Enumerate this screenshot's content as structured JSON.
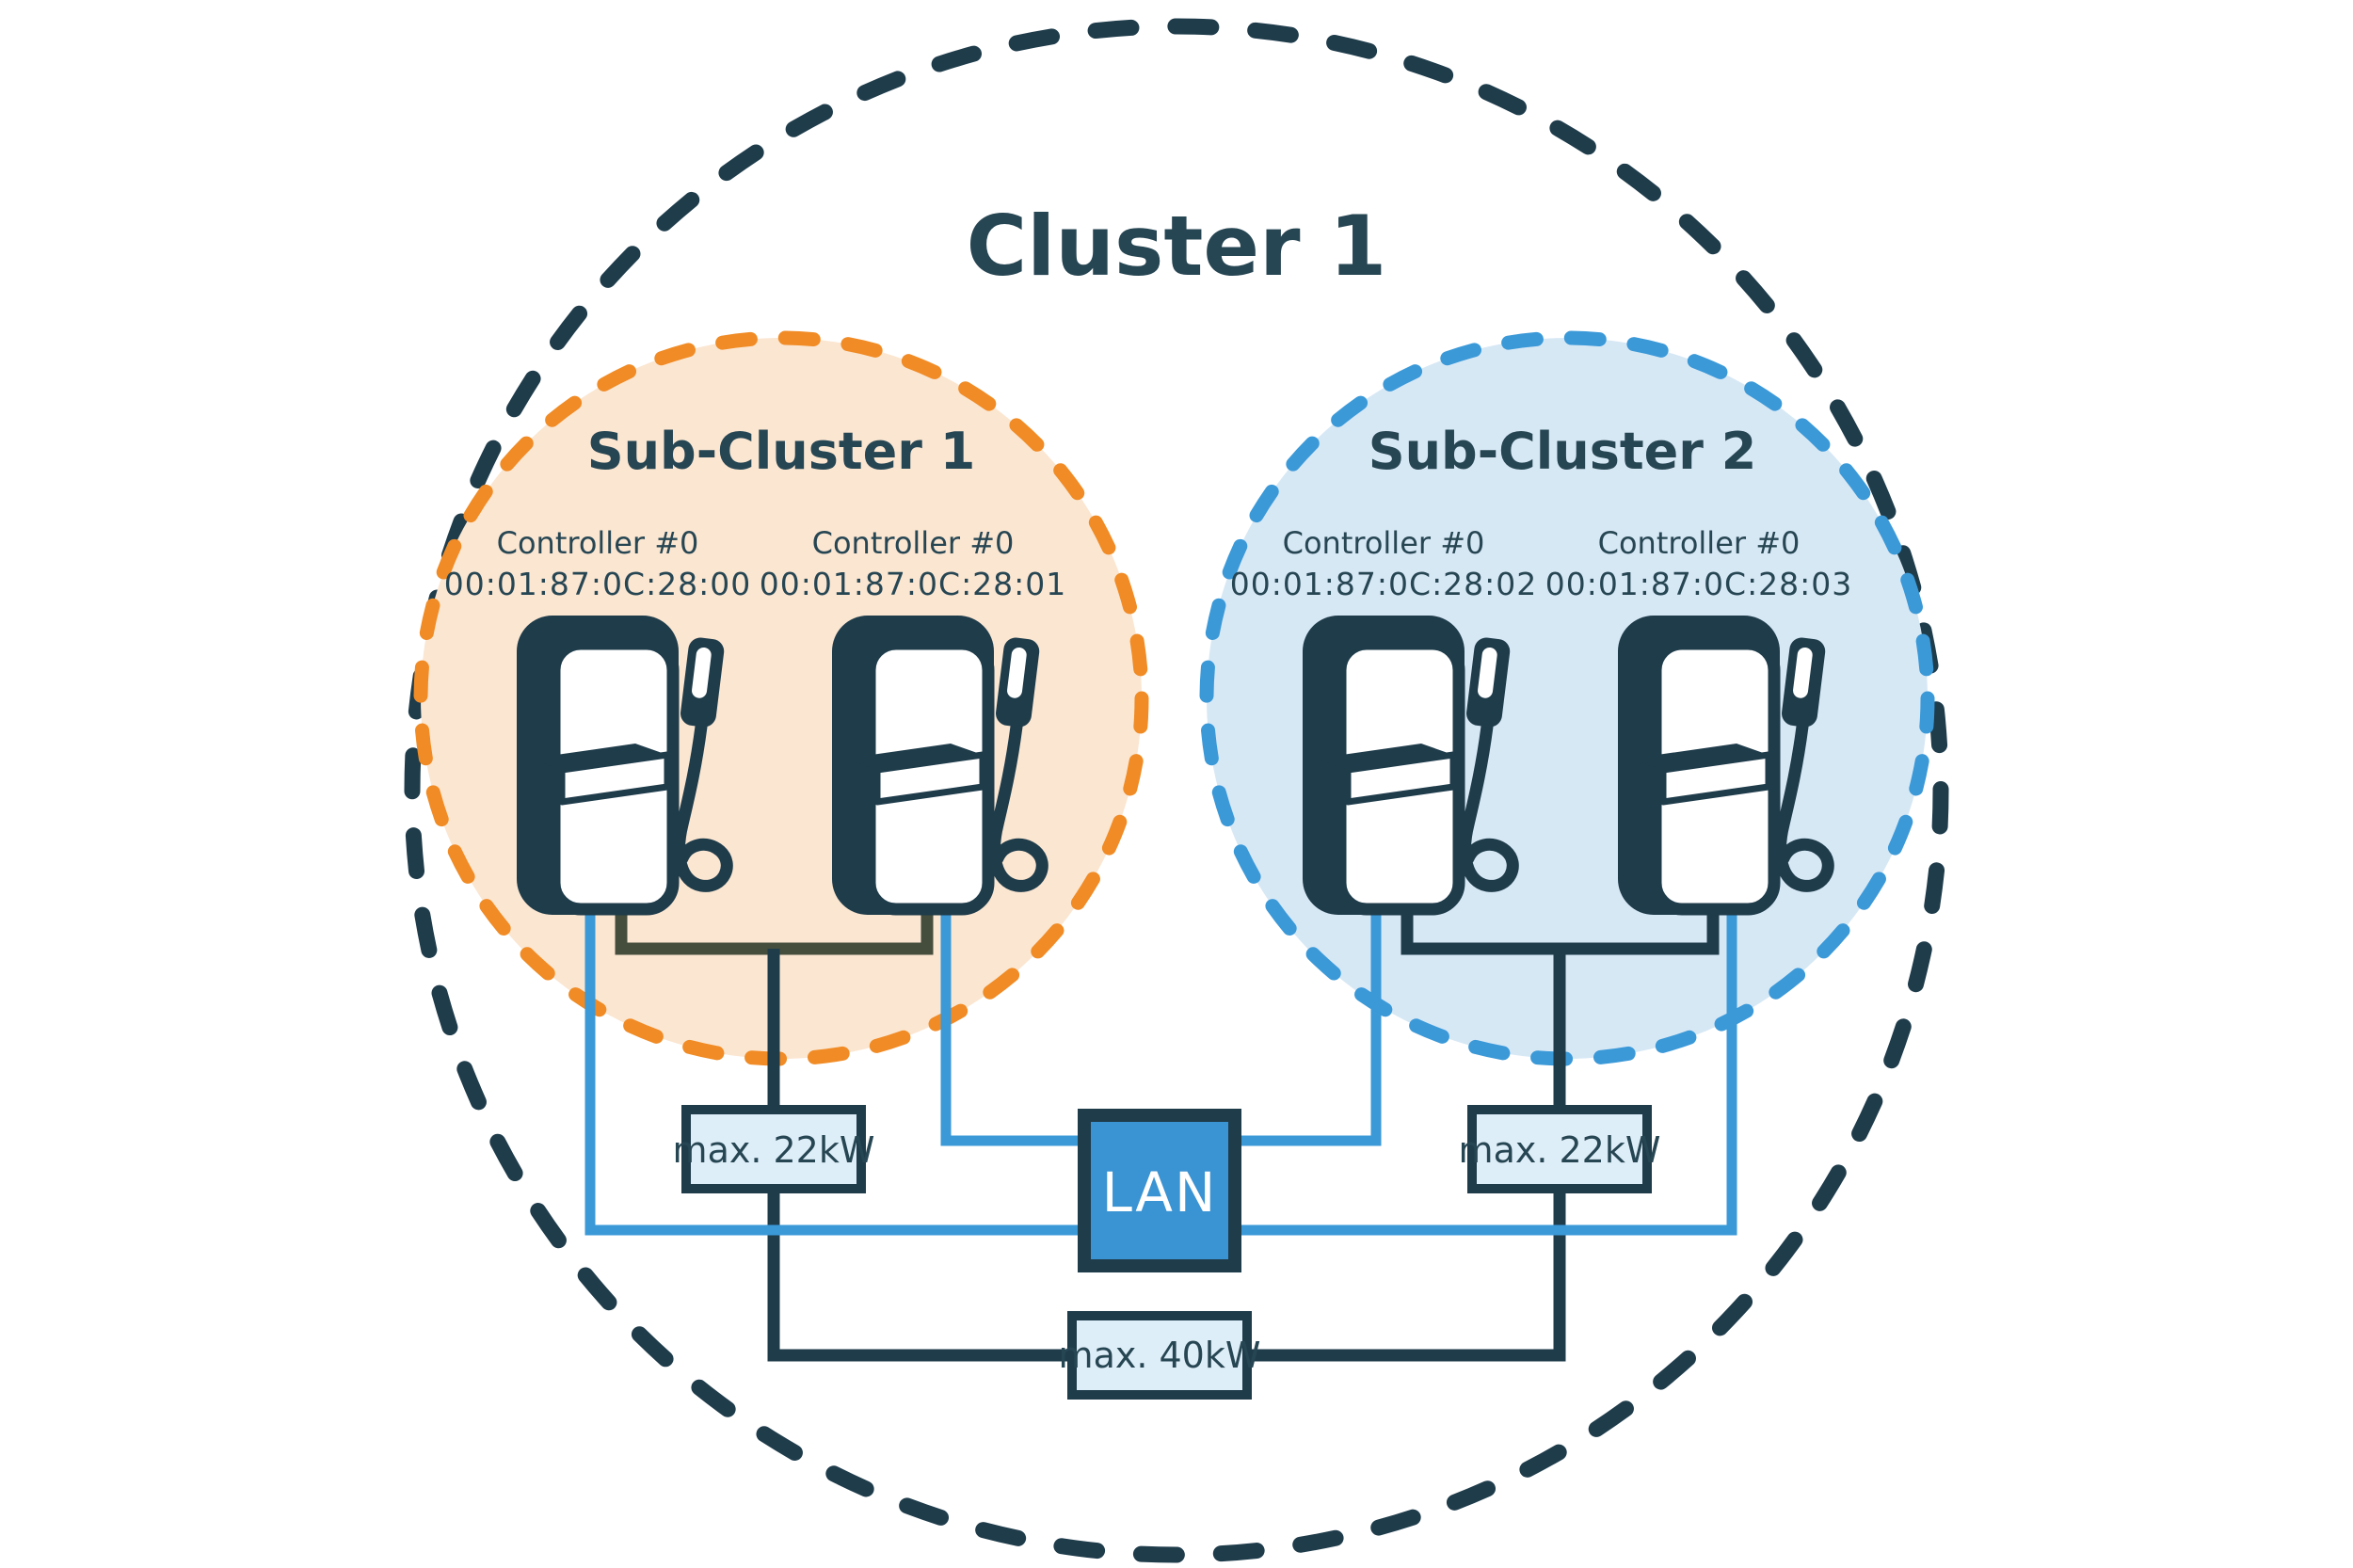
{
  "diagram": {
    "cluster_title": "Cluster 1",
    "cluster_power_limit": "max. 40kW",
    "lan_label": "LAN",
    "subclusters": [
      {
        "title": "Sub-Cluster 1",
        "power_limit": "max. 22kW",
        "controllers": [
          {
            "label": "Controller #0",
            "mac": "00:01:87:0C:28:00"
          },
          {
            "label": "Controller #0",
            "mac": "00:01:87:0C:28:01"
          }
        ]
      },
      {
        "title": "Sub-Cluster 2",
        "power_limit": "max. 22kW",
        "controllers": [
          {
            "label": "Controller #0",
            "mac": "00:01:87:0C:28:02"
          },
          {
            "label": "Controller #0",
            "mac": "00:01:87:0C:28:03"
          }
        ]
      }
    ],
    "colors": {
      "dark_teal": "#1f3c4b",
      "blue": "#3b99d8",
      "lan_blue": "#3a93d2",
      "orange": "#f08b25",
      "orange_circle_fill": "#fbe6d1",
      "blue_circle_fill": "#d7e8f5",
      "label_box_fill": "#deeef8"
    }
  }
}
